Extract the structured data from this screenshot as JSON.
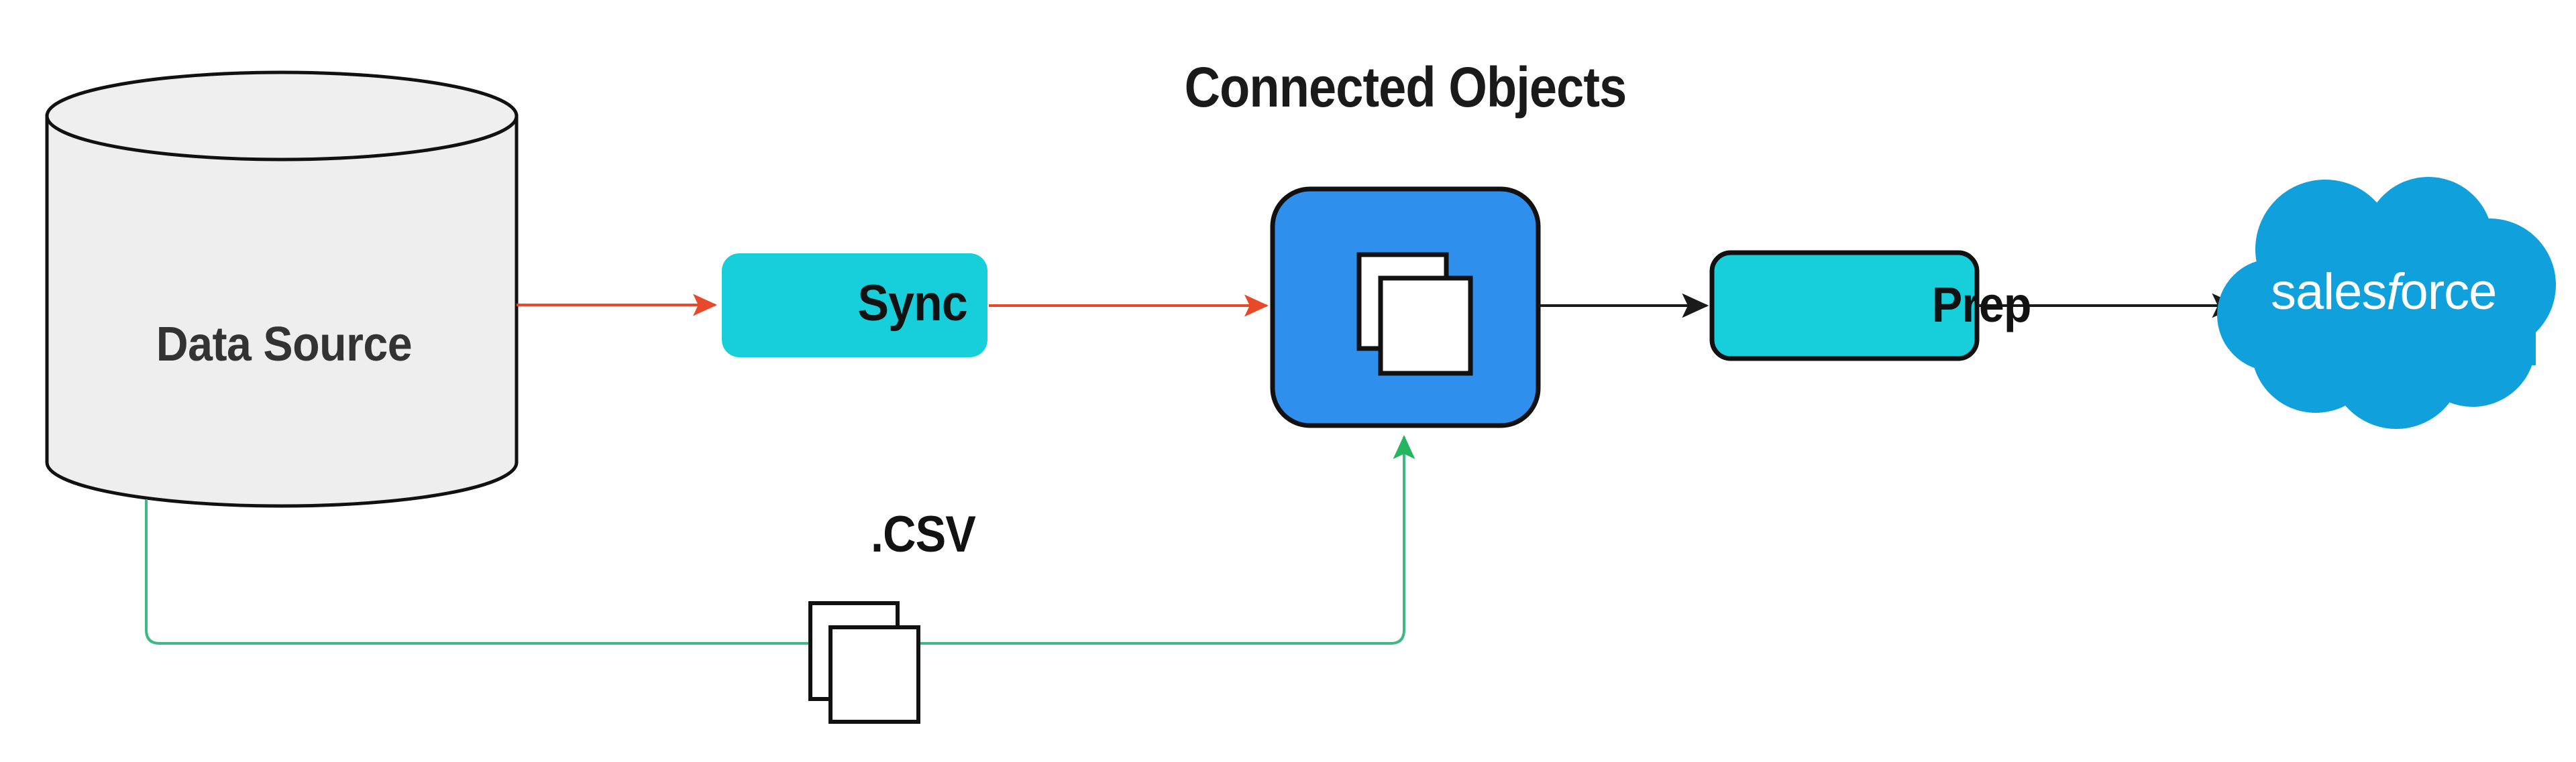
{
  "diagram": {
    "title": "Connected Objects",
    "nodes": {
      "data_source": {
        "label": "Data Source",
        "shape": "cylinder",
        "fill": "#EEEEEE",
        "stroke": "#111111"
      },
      "sync": {
        "label": "Sync",
        "shape": "rounded-rect",
        "fill": "#17CFDB",
        "text_color": "#121212"
      },
      "connected_objects": {
        "label": "Connected Objects",
        "shape": "rounded-square",
        "fill": "#2E90EC",
        "stroke": "#111111",
        "icon": "documents-stack-icon",
        "icon_fill": "#FFFFFF"
      },
      "prep": {
        "label": "Prep",
        "shape": "rounded-rect",
        "fill": "#17CFDB",
        "stroke": "#111111",
        "text_color": "#121212"
      },
      "salesforce": {
        "label": "salesforce",
        "label_part_1": "sales",
        "label_part_2": "f",
        "label_part_3": "orce",
        "shape": "cloud",
        "fill": "#10A0DB",
        "text_color": "#FFFFFF"
      },
      "csv_files": {
        "label": ".CSV",
        "icon": "documents-stack-icon",
        "stroke": "#111111",
        "fill": "#FFFFFF"
      }
    },
    "edges": [
      {
        "name": "data-source-to-sync",
        "from": "data_source",
        "to": "sync",
        "color": "#E8492A",
        "arrowhead": true
      },
      {
        "name": "sync-to-connected-objects",
        "from": "sync",
        "to": "connected_objects",
        "color": "#E8492A",
        "arrowhead": true
      },
      {
        "name": "connected-objects-to-prep",
        "from": "connected_objects",
        "to": "prep",
        "color": "#1A1A1A",
        "arrowhead": true
      },
      {
        "name": "prep-to-salesforce",
        "from": "prep",
        "to": "salesforce",
        "color": "#1A1A1A",
        "arrowhead": true
      },
      {
        "name": "data-source-to-connected-objects-csv",
        "from": "data_source",
        "to": "connected_objects",
        "color": "#3FB984",
        "arrowhead": true,
        "via_label": ".CSV"
      }
    ],
    "colors": {
      "background": "#FFFFFF",
      "accent_red": "#E8492A",
      "accent_green": "#3FB984",
      "accent_cyan": "#17CFDB",
      "accent_blue": "#2E90EC",
      "salesforce_blue": "#10A0DB",
      "neutral_fill": "#EEEEEE",
      "stroke_dark": "#111111"
    }
  }
}
